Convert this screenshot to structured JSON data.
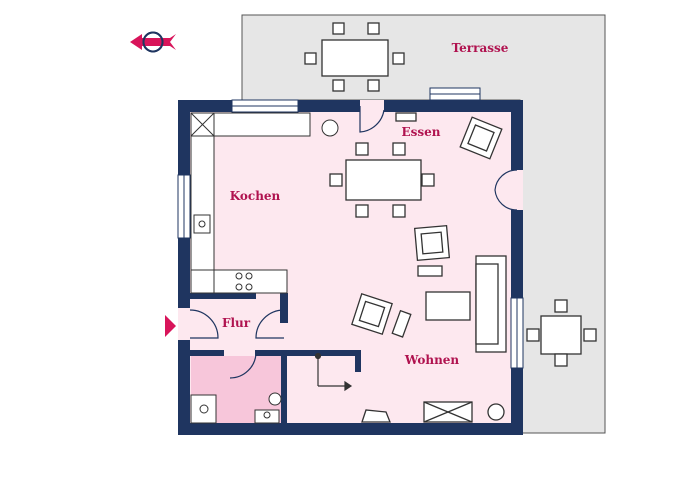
{
  "labels": {
    "terrasse": "Terrasse",
    "essen": "Essen",
    "kochen": "Kochen",
    "flur": "Flur",
    "wohnen": "Wohnen"
  },
  "colors": {
    "wall": "#1f3560",
    "interior": "#fde8ef",
    "bath": "#f7c6da",
    "terrace": "#e6e6e6",
    "terrace_border": "#555555",
    "accent": "#d8145a",
    "label": "#b0124f"
  },
  "icons": {
    "compass": "compass-arrow-icon",
    "entrance": "entrance-arrow-icon"
  }
}
